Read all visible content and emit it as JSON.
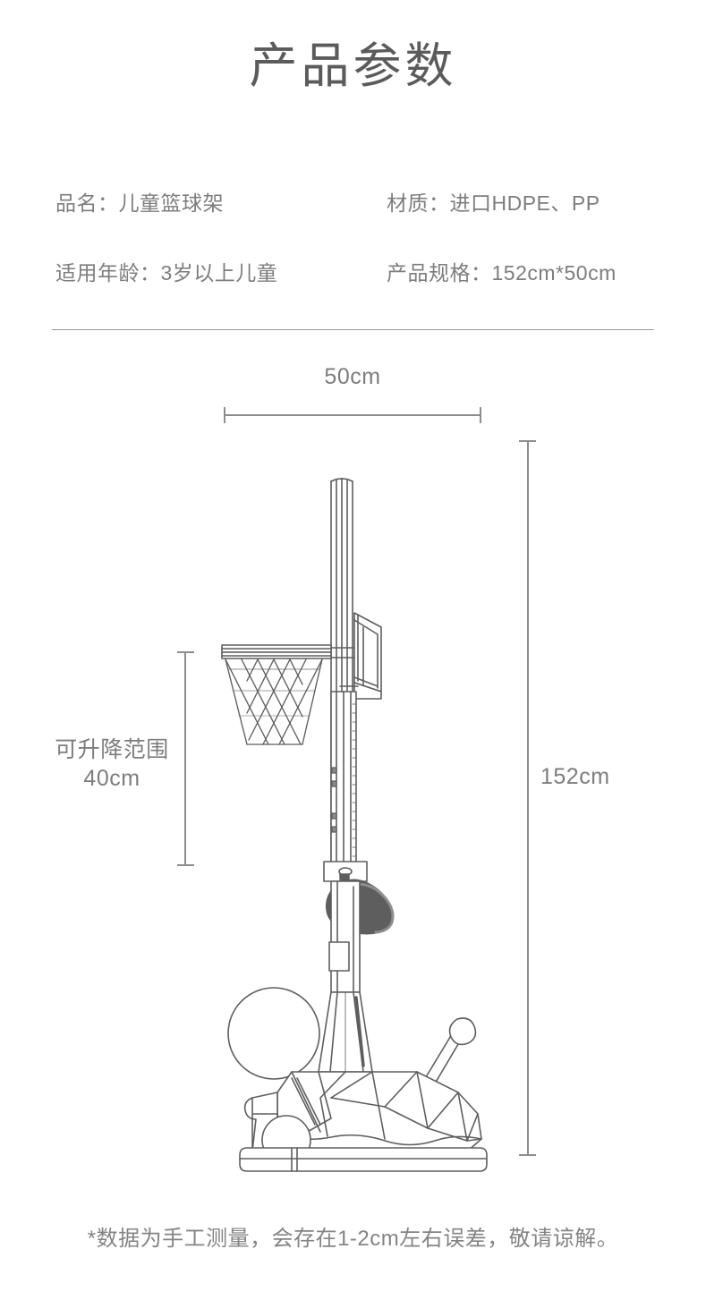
{
  "page": {
    "title": "产品参数",
    "footnote": "*数据为手工测量，会存在1-2cm左右误差，敬请谅解。",
    "text_color": "#7d7d7d",
    "line_color": "#8d8d8d",
    "background": "#ffffff"
  },
  "specs": {
    "rows": [
      {
        "left": "品名：儿童篮球架",
        "right": "材质：进口HDPE、PP"
      },
      {
        "left": "适用年龄：3岁以上儿童",
        "right": "产品规格：152cm*50cm"
      }
    ]
  },
  "dimensions": {
    "width": {
      "label": "50cm",
      "value": 50,
      "unit": "cm",
      "orientation": "horizontal",
      "position": "top"
    },
    "height": {
      "label": "152cm",
      "value": 152,
      "unit": "cm",
      "orientation": "vertical",
      "position": "right"
    },
    "adjustable_range": {
      "label": "可升降范围\n40cm",
      "title": "可升降范围",
      "value": 40,
      "unit": "cm",
      "orientation": "vertical",
      "position": "left"
    }
  },
  "drawing": {
    "name": "儿童篮球架",
    "alt": "children basketball hoop stand technical line drawing, side view",
    "parts": [
      "backboard",
      "rim",
      "net",
      "telescoping-pole",
      "height-scale",
      "adjust-knob",
      "faceted-base",
      "basketball-large",
      "basketball-small",
      "pump"
    ]
  }
}
